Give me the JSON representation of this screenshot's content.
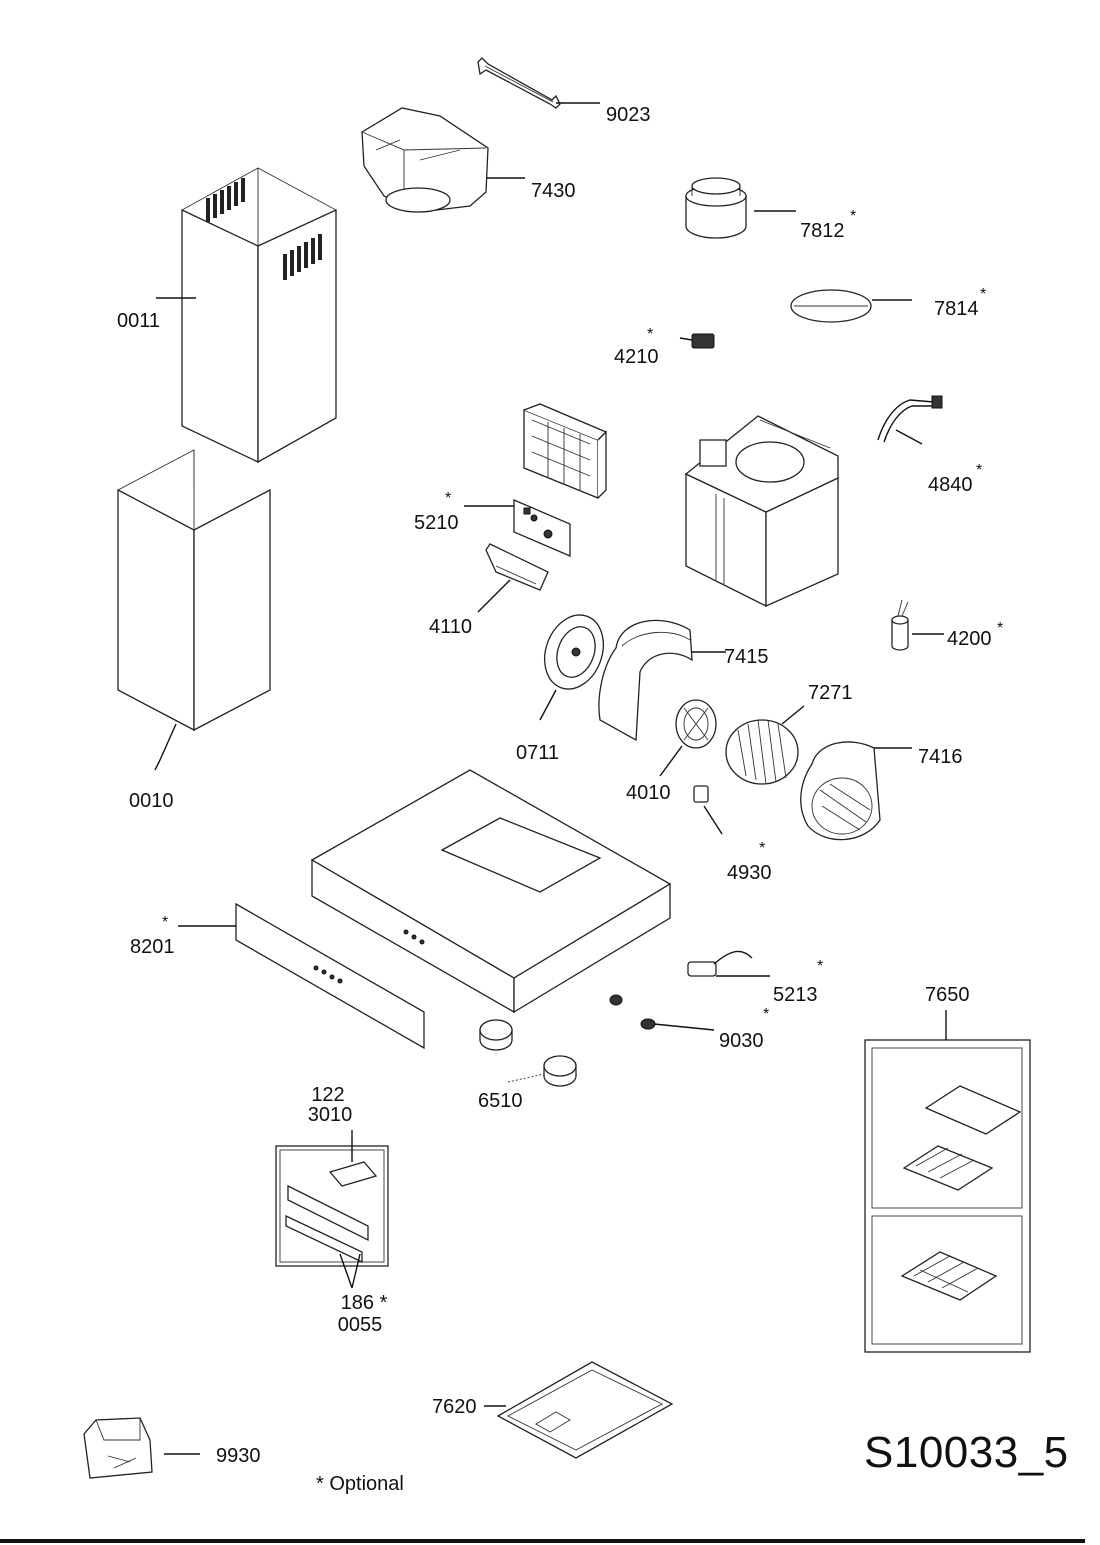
{
  "drawing_id": "S10033_5",
  "optional_note": "* Optional",
  "parts": [
    {
      "key": "p9023",
      "number": "9023",
      "optional": false
    },
    {
      "key": "p7430",
      "number": "7430",
      "optional": false
    },
    {
      "key": "p7812",
      "number": "7812",
      "optional": true
    },
    {
      "key": "p0011",
      "number": "0011",
      "optional": false
    },
    {
      "key": "p7814",
      "number": "7814",
      "optional": true
    },
    {
      "key": "p4210",
      "number": "4210",
      "optional": true
    },
    {
      "key": "p4840",
      "number": "4840",
      "optional": true
    },
    {
      "key": "p5210",
      "number": "5210",
      "optional": true
    },
    {
      "key": "p4110",
      "number": "4110",
      "optional": false
    },
    {
      "key": "p4200",
      "number": "4200",
      "optional": true
    },
    {
      "key": "p7415",
      "number": "7415",
      "optional": false
    },
    {
      "key": "p7271",
      "number": "7271",
      "optional": false
    },
    {
      "key": "p0711",
      "number": "0711",
      "optional": false
    },
    {
      "key": "p7416",
      "number": "7416",
      "optional": false
    },
    {
      "key": "p4010",
      "number": "4010",
      "optional": false
    },
    {
      "key": "p0010",
      "number": "0010",
      "optional": false
    },
    {
      "key": "p4930",
      "number": "4930",
      "optional": true
    },
    {
      "key": "p8201",
      "number": "8201",
      "optional": true
    },
    {
      "key": "p5213",
      "number": "5213",
      "optional": true
    },
    {
      "key": "p7650",
      "number": "7650",
      "optional": false
    },
    {
      "key": "p9030",
      "number": "9030",
      "optional": true
    },
    {
      "key": "p6510",
      "number": "6510",
      "optional": false
    },
    {
      "key": "p7620",
      "number": "7620",
      "optional": false
    },
    {
      "key": "p9930",
      "number": "9930",
      "optional": false
    }
  ],
  "stacked_labels": {
    "control_top": {
      "line1": "122",
      "line2": "3010"
    },
    "control_bottom": {
      "line1": "186 *",
      "line2": "0055"
    }
  }
}
